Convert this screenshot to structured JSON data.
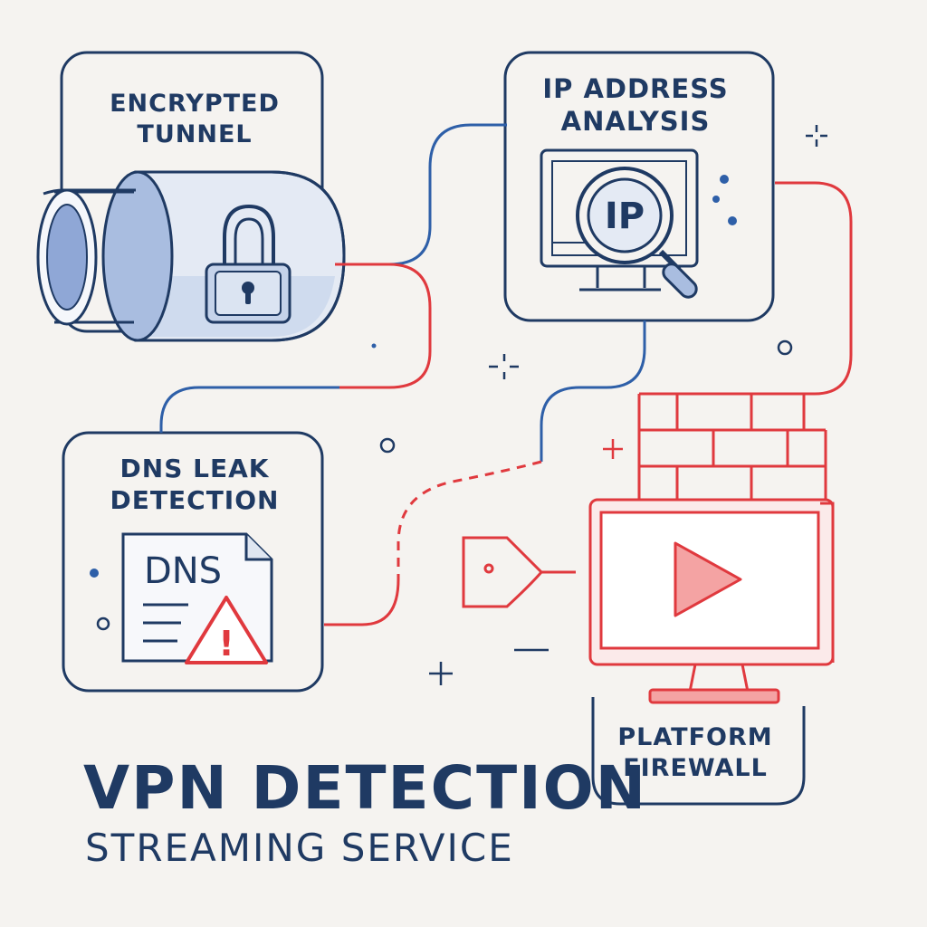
{
  "nodes": {
    "encrypted_tunnel": {
      "line1": "ENCRYPTED",
      "line2": "TUNNEL"
    },
    "ip_analysis": {
      "line1": "IP ADDRESS",
      "line2": "ANALYSIS",
      "badge": "IP"
    },
    "dns_leak": {
      "line1": "DNS LEAK",
      "line2": "DETECTION",
      "doc_label": "DNS",
      "warning_mark": "!"
    },
    "platform_firewall": {
      "line1": "PLATFORM",
      "line2": "FIREWALL"
    }
  },
  "title": "VPN DETECTION",
  "subtitle": "STREAMING SERVICE",
  "colors": {
    "navy": "#1f3a63",
    "red": "#e0393e",
    "blue_line": "#2e5fa8",
    "light_blue": "#a9bde0",
    "pink": "#f4a3a3",
    "background": "#f5f3f0"
  },
  "icons": [
    "pipe-icon",
    "padlock-icon",
    "monitor-icon",
    "magnifier-icon",
    "document-icon",
    "warning-icon",
    "brick-wall-icon",
    "tv-play-icon",
    "plug-icon"
  ]
}
